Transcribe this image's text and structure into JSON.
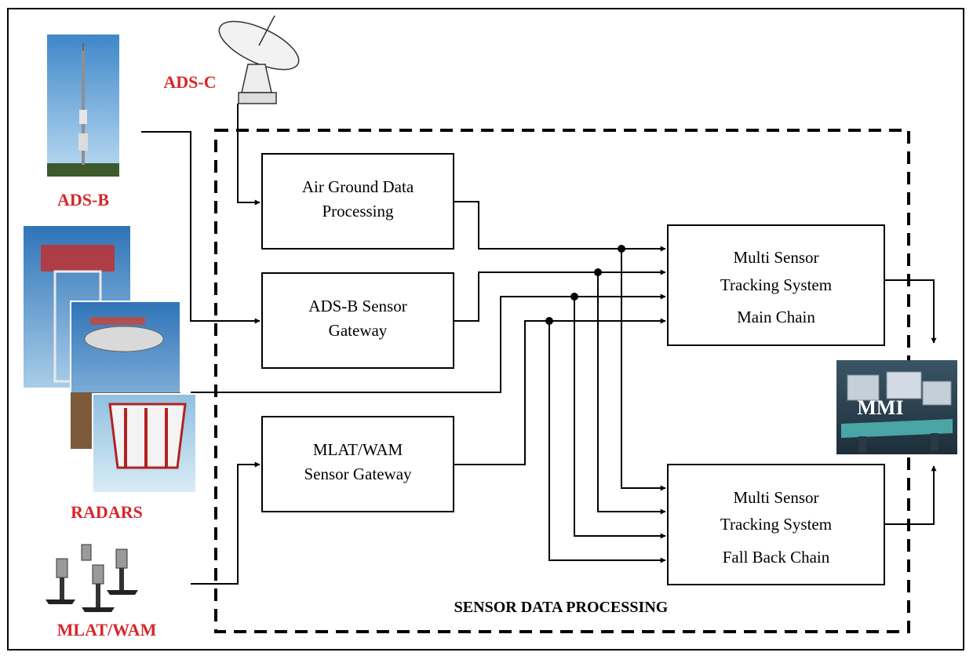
{
  "sources": {
    "ads_c": "ADS-C",
    "ads_b": "ADS-B",
    "radars": "RADARS",
    "mlat_wam": "MLAT/WAM"
  },
  "boxes": {
    "air_ground": [
      "Air Ground Data",
      "Processing"
    ],
    "adsb_gateway": [
      "ADS-B Sensor",
      "Gateway"
    ],
    "mlat_gateway": [
      "MLAT/WAM",
      "Sensor Gateway"
    ],
    "main_chain": [
      "Multi Sensor",
      "Tracking System",
      "Main Chain"
    ],
    "fallback_chain": [
      "Multi Sensor",
      "Tracking System",
      "Fall Back Chain"
    ]
  },
  "region_label": "SENSOR DATA PROCESSING",
  "mmi_label": "MMI",
  "colors": {
    "source_label": "#d7262b",
    "line": "#000000"
  },
  "icons": [
    "antenna-tower-icon",
    "satellite-dish-icon",
    "radar-icon",
    "mlat-antenna-icon",
    "control-console-icon"
  ]
}
